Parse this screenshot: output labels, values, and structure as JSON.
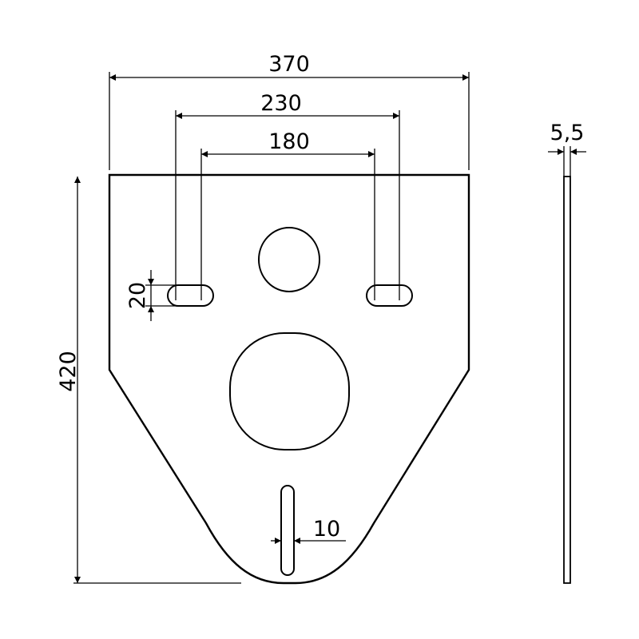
{
  "drawing": {
    "title": "Sound insulation plate for wall-hung WC",
    "dimensions": {
      "overall_width": "370",
      "bolt_spacing_outer": "230",
      "bolt_spacing_inner": "180",
      "overall_height": "420",
      "slot_height": "20",
      "bottom_slot_width": "10",
      "thickness": "5,5"
    },
    "line_color": "#000000",
    "background": "#ffffff"
  }
}
